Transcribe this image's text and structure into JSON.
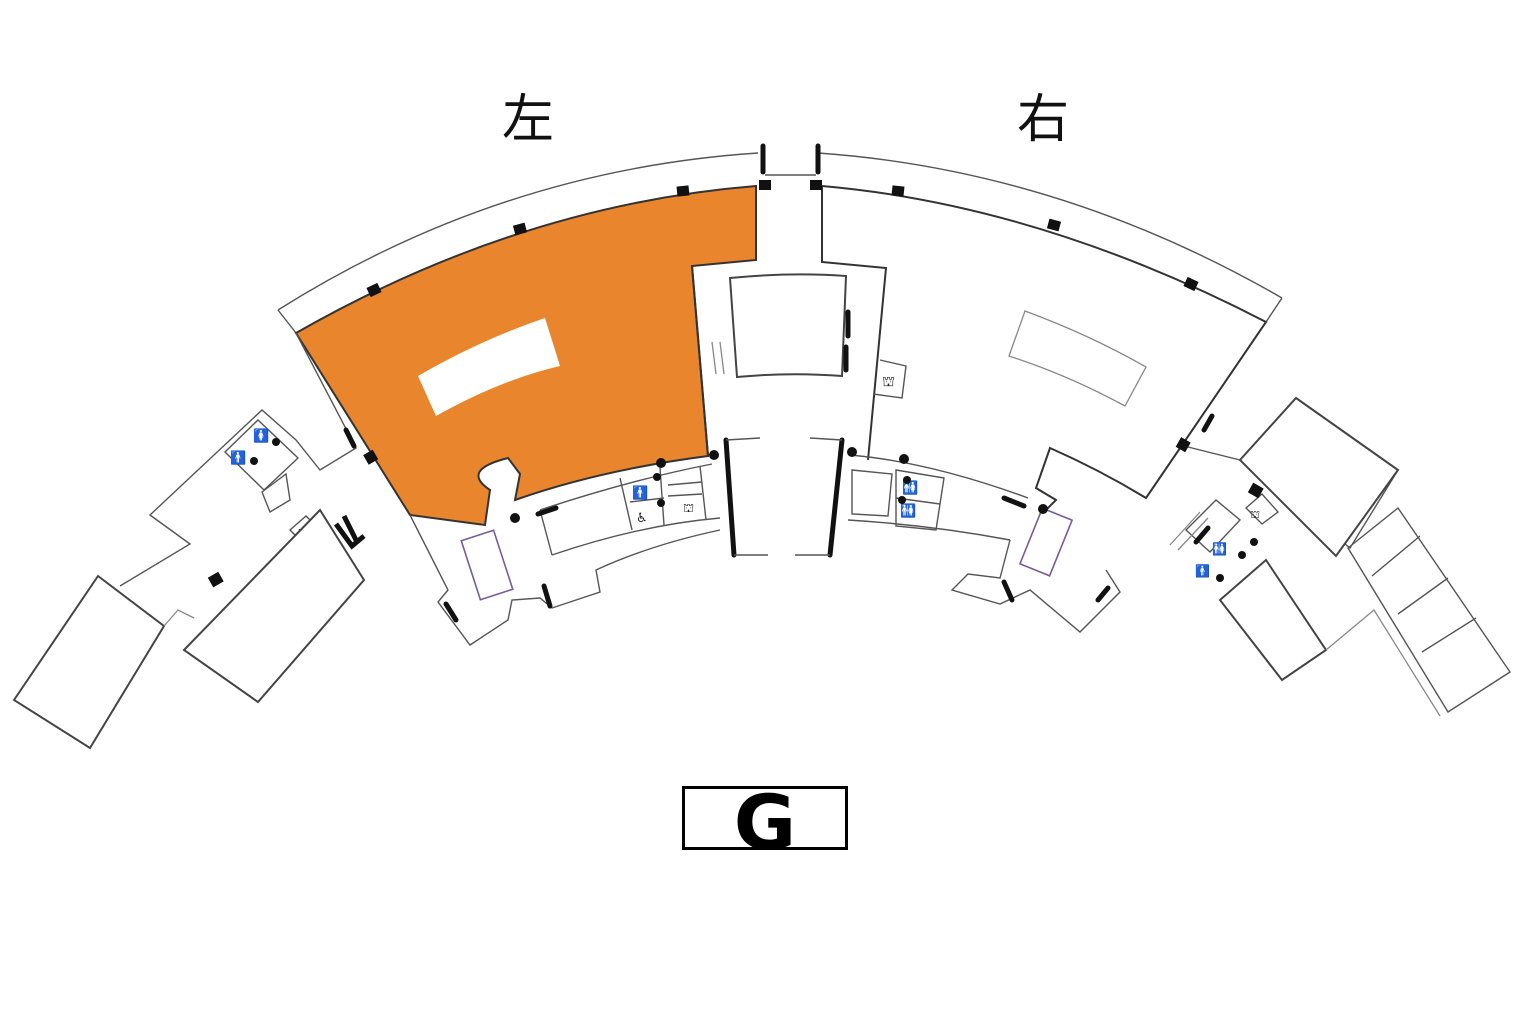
{
  "map": {
    "wings": {
      "left": {
        "label": "左"
      },
      "right": {
        "label": "右"
      }
    },
    "floor": {
      "label": "G"
    },
    "highlight": {
      "zone": "left-main-hall",
      "color": "#E8852D"
    },
    "colors": {
      "highlight_fill": "#E8852D",
      "wall_stroke": "#333333",
      "lift_outline": "#7A5A9A",
      "background": "#FFFFFF"
    },
    "icons": {
      "restroom": "restroom-icon",
      "accessible_restroom": "accessible-restroom-icon",
      "locker": "locker-icon",
      "column": "column-marker"
    }
  }
}
